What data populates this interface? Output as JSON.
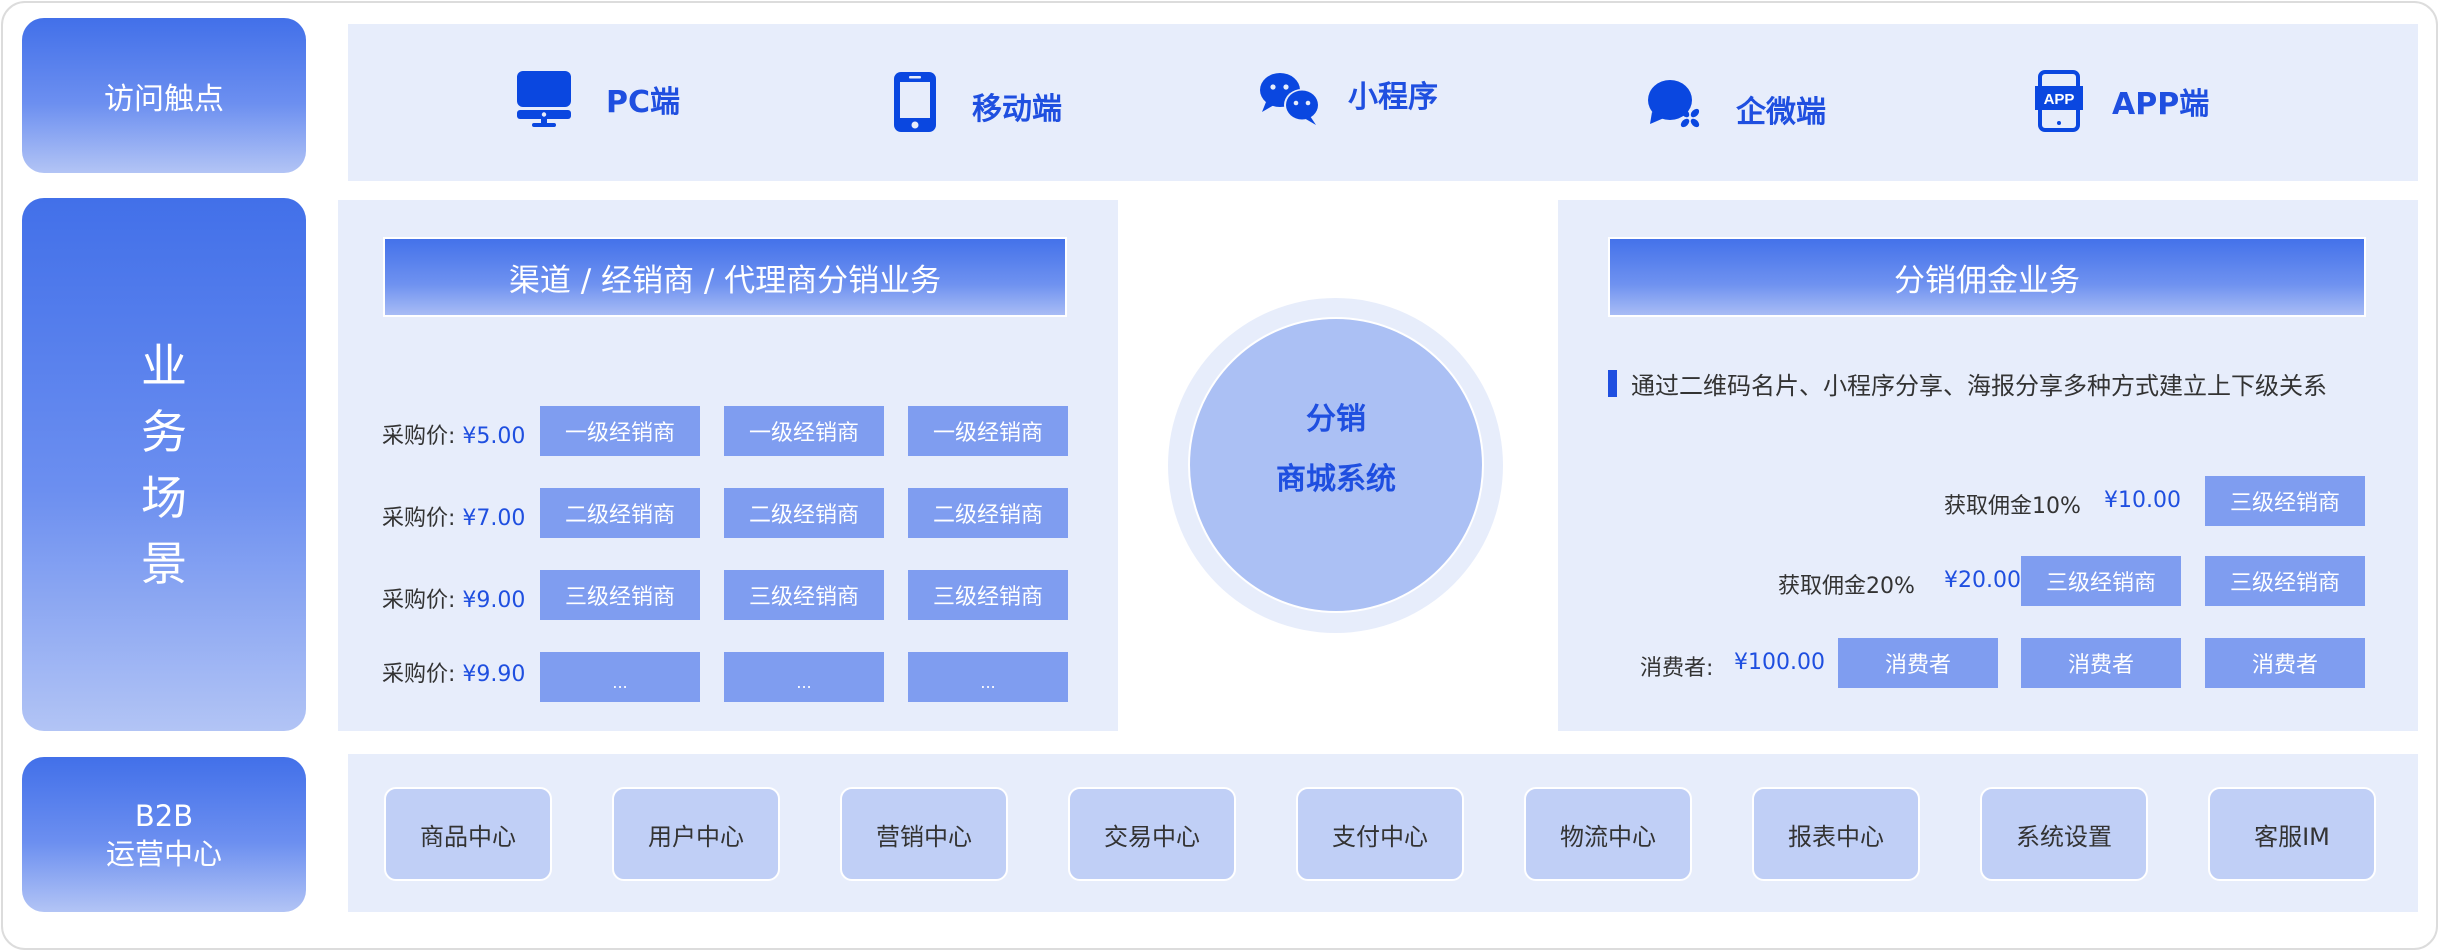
{
  "rows": {
    "access": {
      "label": "访问触点"
    },
    "business": {
      "label_chars": [
        "业",
        "务",
        "场",
        "景"
      ]
    },
    "operations": {
      "label_line1": "B2B",
      "label_line2": "运营中心"
    }
  },
  "access_points": [
    {
      "label": "PC端",
      "icon": "desktop-monitor-icon"
    },
    {
      "label": "移动端",
      "icon": "mobile-phone-icon"
    },
    {
      "label": "小程序",
      "icon": "wechat-icon"
    },
    {
      "label": "企微端",
      "icon": "wecom-icon"
    },
    {
      "label": "APP端",
      "icon": "app-phone-icon"
    }
  ],
  "channel_panel": {
    "title": "渠道 / 经销商 / 代理商分销业务",
    "rows": [
      {
        "price_label": "采购价:",
        "price": "¥5.00",
        "chips": [
          "一级经销商",
          "一级经销商",
          "一级经销商"
        ]
      },
      {
        "price_label": "采购价:",
        "price": "¥7.00",
        "chips": [
          "二级经销商",
          "二级经销商",
          "二级经销商"
        ]
      },
      {
        "price_label": "采购价:",
        "price": "¥9.00",
        "chips": [
          "三级经销商",
          "三级经销商",
          "三级经销商"
        ]
      },
      {
        "price_label": "采购价:",
        "price": "¥9.90",
        "chips": [
          "...",
          "...",
          "..."
        ]
      }
    ]
  },
  "center": {
    "line1": "分销",
    "line2": "商城系统"
  },
  "commission_panel": {
    "title": "分销佣金业务",
    "description": "通过二维码名片、小程序分享、海报分享多种方式建立上下级关系",
    "rows": [
      {
        "label": "获取佣金10%",
        "amount": "¥10.00",
        "chips": [
          "三级经销商"
        ]
      },
      {
        "label": "获取佣金20%",
        "amount": "¥20.00",
        "chips": [
          "三级经销商",
          "三级经销商"
        ]
      },
      {
        "label": "消费者:",
        "amount": "¥100.00",
        "chips": [
          "消费者",
          "消费者",
          "消费者"
        ]
      }
    ]
  },
  "modules": [
    "商品中心",
    "用户中心",
    "营销中心",
    "交易中心",
    "支付中心",
    "物流中心",
    "报表中心",
    "系统设置",
    "客服IM"
  ],
  "colors": {
    "accent": "#1f4fe0",
    "panel_bg": "#e7edfb",
    "chip_bg": "#7f9df0",
    "module_bg": "#c0cff6",
    "gradient_top": "#4270e9",
    "gradient_bottom": "#b2c4f5"
  }
}
